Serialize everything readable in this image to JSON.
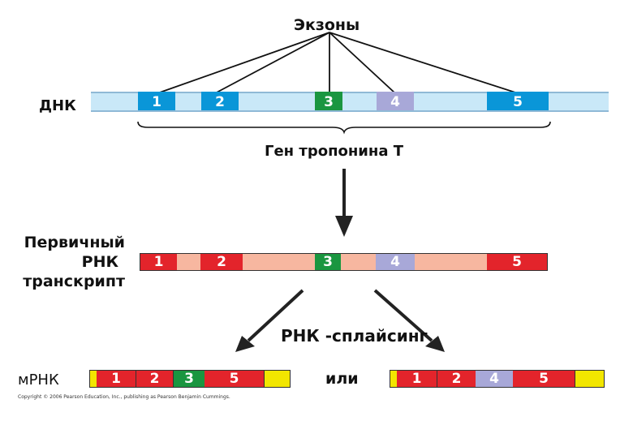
{
  "labels": {
    "exons_title": "Экзоны",
    "dna": "ДНК",
    "gene": "Ген тропонина Т",
    "primary_line1": "Первичный",
    "primary_line2": "РНК",
    "primary_line3": "транскрипт",
    "splicing": "РНК -сплайсинг",
    "or": "или",
    "mrna": "мРНК",
    "copyright": "Copyright © 2006 Pearson Education, Inc., publishing as Pearson Benjamin Cummings."
  },
  "colors": {
    "dna_bg": "#c9e8f8",
    "exon_blue": "#0a96d8",
    "exon_green": "#1a9640",
    "exon_purple": "#a8a8d8",
    "exon_red": "#e3242b",
    "intron_salmon": "#f7b7a0",
    "utr_yellow": "#f2e600"
  },
  "dna_exons": [
    {
      "num": "1",
      "color": "#0a96d8"
    },
    {
      "num": "2",
      "color": "#0a96d8"
    },
    {
      "num": "3",
      "color": "#1a9640"
    },
    {
      "num": "4",
      "color": "#a8a8d8"
    },
    {
      "num": "5",
      "color": "#0a96d8"
    }
  ],
  "pre_exons": [
    {
      "num": "1",
      "color": "#e3242b"
    },
    {
      "num": "2",
      "color": "#e3242b"
    },
    {
      "num": "3",
      "color": "#1a9640"
    },
    {
      "num": "4",
      "color": "#a8a8d8"
    },
    {
      "num": "5",
      "color": "#e3242b"
    }
  ],
  "mrna_variant_1": [
    {
      "num": "1",
      "color": "#e3242b"
    },
    {
      "num": "2",
      "color": "#e3242b"
    },
    {
      "num": "3",
      "color": "#1a9640"
    },
    {
      "num": "5",
      "color": "#e3242b"
    }
  ],
  "mrna_variant_2": [
    {
      "num": "1",
      "color": "#e3242b"
    },
    {
      "num": "2",
      "color": "#e3242b"
    },
    {
      "num": "4",
      "color": "#a8a8d8"
    },
    {
      "num": "5",
      "color": "#e3242b"
    }
  ]
}
